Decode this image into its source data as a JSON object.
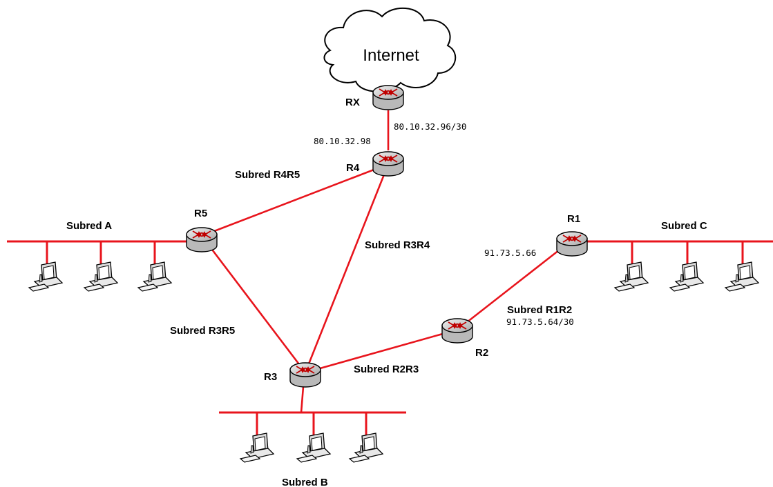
{
  "cloud": {
    "label": "Internet"
  },
  "routers": {
    "rx": "RX",
    "r1": "R1",
    "r2": "R2",
    "r3": "R3",
    "r4": "R4",
    "r5": "R5"
  },
  "subnets": {
    "a": "Subred A",
    "b": "Subred B",
    "c": "Subred C",
    "r4r5": "Subred R4R5",
    "r3r4": "Subred R3R4",
    "r3r5": "Subred R3R5",
    "r2r3": "Subred R2R3",
    "r1r2": "Subred R1R2"
  },
  "addresses": {
    "rx_r4_net": "80.10.32.96/30",
    "r4_ip": "80.10.32.98",
    "r1_ip": "91.73.5.66",
    "r1r2_net": "91.73.5.64/30"
  },
  "colors": {
    "link": "#e8141c",
    "router": "#d4d4d4"
  },
  "icons": {
    "router": "router-icon",
    "computer": "computer-icon",
    "cloud": "cloud-icon"
  }
}
